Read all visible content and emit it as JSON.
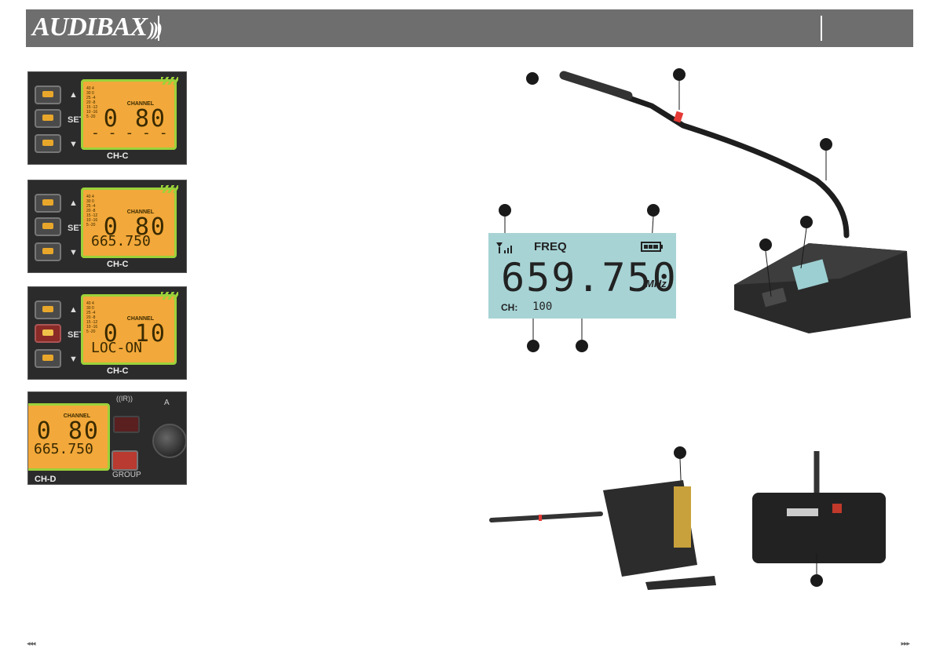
{
  "header": {
    "brand": "AUDIBAX"
  },
  "panels": [
    {
      "channel_label": "CHANNEL",
      "number": "0 80",
      "sub": "- - - - -",
      "name": "CH-C"
    },
    {
      "channel_label": "CHANNEL",
      "number": "0 80",
      "sub": "665.750",
      "name": "CH-C"
    },
    {
      "channel_label": "CHANNEL",
      "number": "0 10",
      "sub": "LOC-ON",
      "name": "CH-C"
    },
    {
      "channel_label": "CHANNEL",
      "number": "0 80",
      "sub": "665.750",
      "name": "CH-D"
    }
  ],
  "panel_buttons": {
    "set": "SET",
    "ir": "((IR))",
    "group": "GROUP",
    "knob_label": "A"
  },
  "lcd": {
    "freq_label": "FREQ",
    "frequency": "659.750",
    "unit": "MHz",
    "channel_label": "CH:",
    "channel": "100"
  },
  "footer": {
    "left_arrows": "◂◂◂",
    "right_arrows": "▸▸▸"
  },
  "colors": {
    "header_bg": "#6e6e6e",
    "lcd_orange": "#f2a83a",
    "lcd_green_rim": "#9bd23a",
    "big_lcd_bg": "#a7d3d5"
  }
}
